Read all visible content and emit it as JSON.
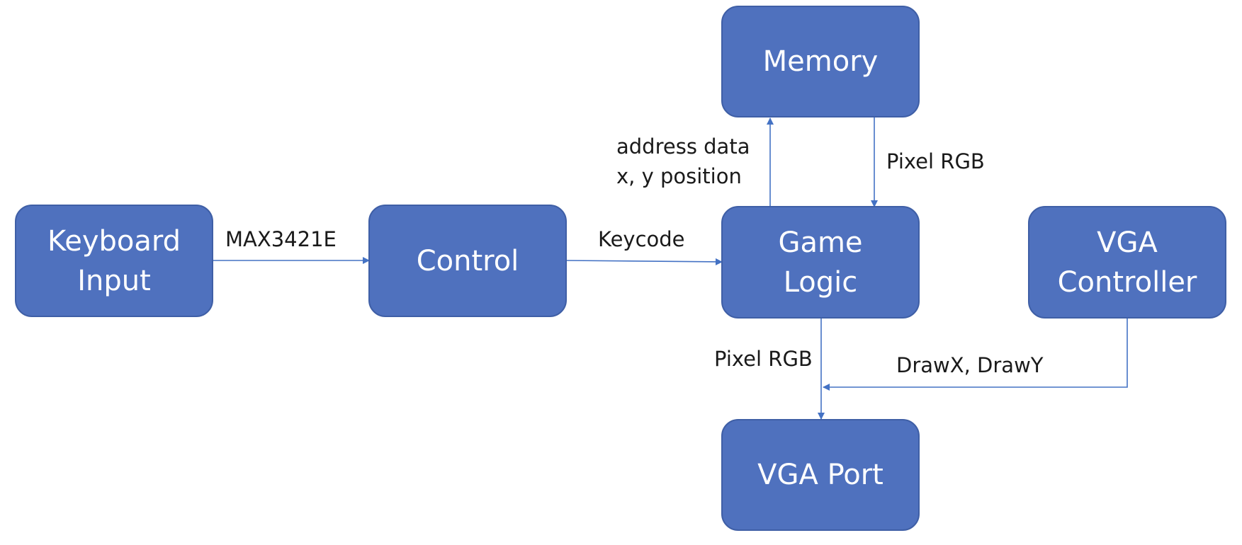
{
  "colors": {
    "block_fill": "#4f71be",
    "block_border": "#3f5fa6",
    "block_text": "#ffffff",
    "arrow": "#4472c4",
    "label_text": "#1a1a1a"
  },
  "blocks": {
    "keyboard_input": "Keyboard\nInput",
    "control": "Control",
    "memory": "Memory",
    "game_logic": "Game\nLogic",
    "vga_controller": "VGA\nController",
    "vga_port": "VGA Port"
  },
  "edges": {
    "keyboard_to_control": "MAX3421E",
    "control_to_game_logic": "Keycode",
    "game_logic_to_memory": "address data\nx, y position",
    "memory_to_game_logic": "Pixel RGB",
    "game_logic_to_vga_port": "Pixel RGB",
    "vga_controller_to_vga_port": "DrawX, DrawY"
  }
}
